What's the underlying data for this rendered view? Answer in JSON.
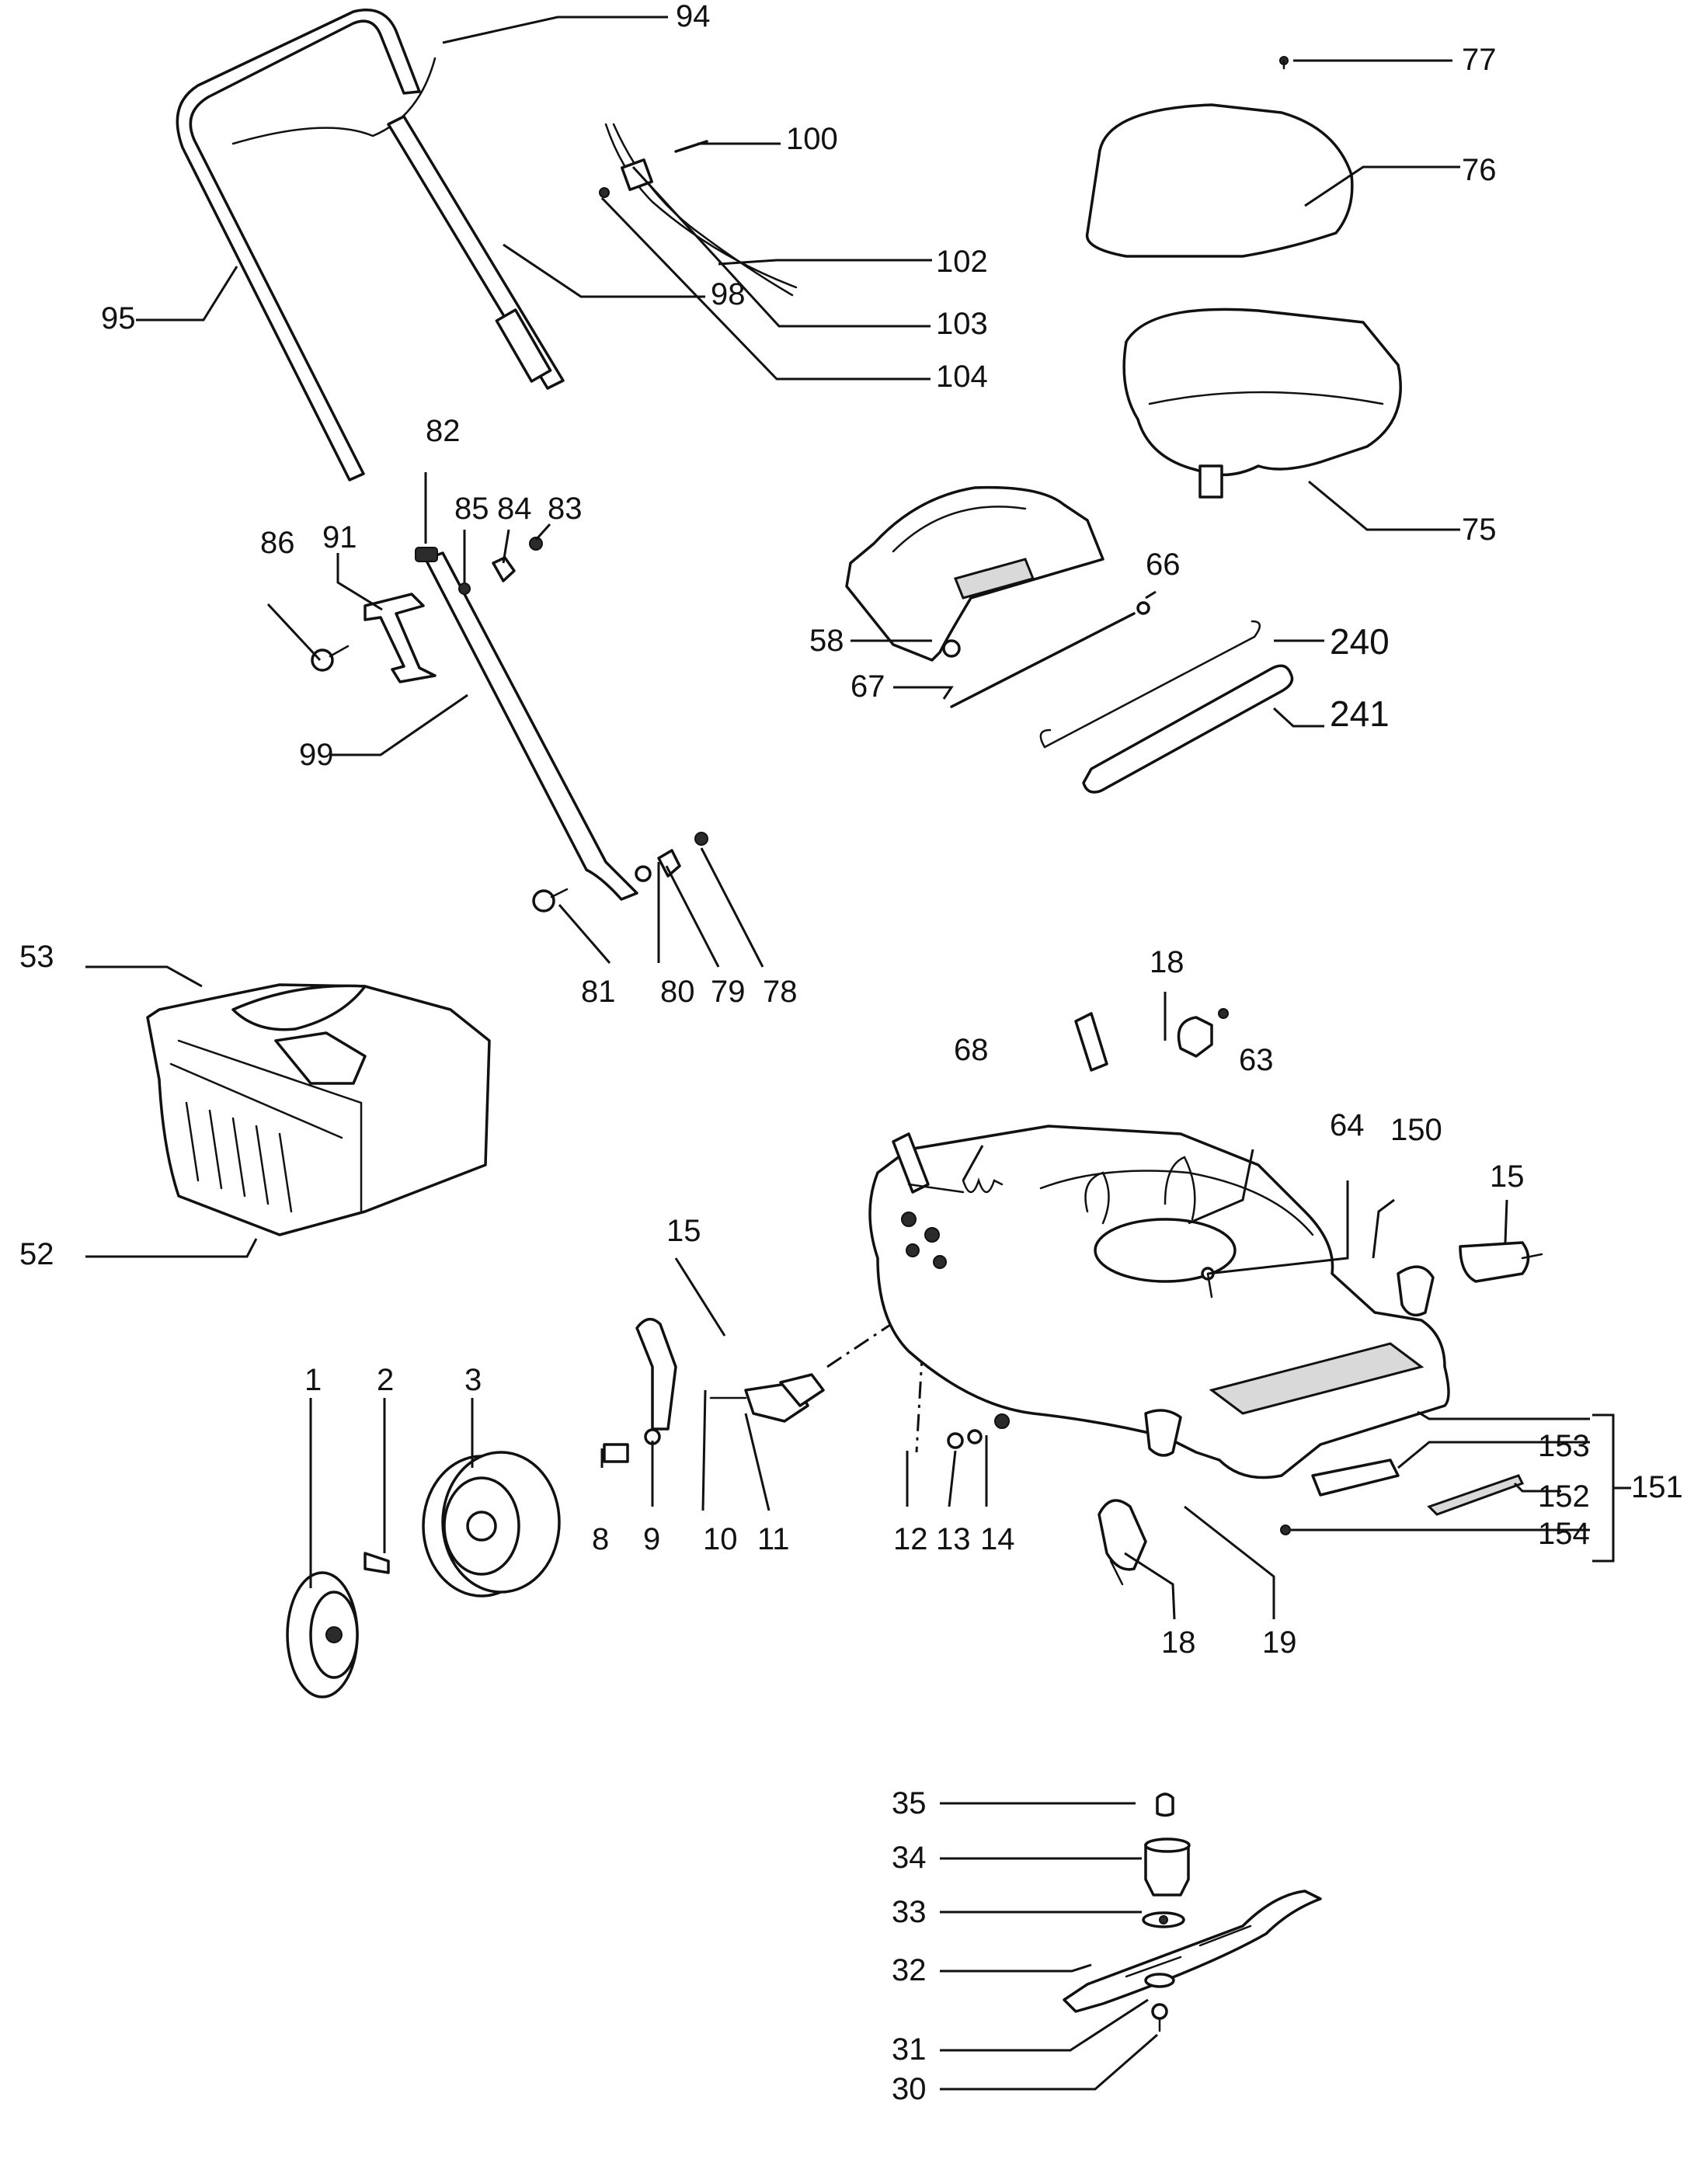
{
  "labels": {
    "l94": "94",
    "l100": "100",
    "l77": "77",
    "l76": "76",
    "l102": "102",
    "l95": "95",
    "l98": "98",
    "l103": "103",
    "l104": "104",
    "l82": "82",
    "l85": "85",
    "l84": "84",
    "l83": "83",
    "l75": "75",
    "l86": "86",
    "l91": "91",
    "l66": "66",
    "l58": "58",
    "l240": "240",
    "l67": "67",
    "l241": "241",
    "l99": "99",
    "l81": "81",
    "l80": "80",
    "l79": "79",
    "l78": "78",
    "l53": "53",
    "l18a": "18",
    "l68": "68",
    "l63": "63",
    "l64": "64",
    "l150": "150",
    "l15a": "15",
    "l15b": "15",
    "l52": "52",
    "l1": "1",
    "l2": "2",
    "l3": "3",
    "l153": "153",
    "l151": "151",
    "l152": "152",
    "l154": "154",
    "l8": "8",
    "l9": "9",
    "l10": "10",
    "l11": "11",
    "l12": "12",
    "l13": "13",
    "l14": "14",
    "l18b": "18",
    "l19": "19",
    "l35": "35",
    "l34": "34",
    "l33": "33",
    "l32": "32",
    "l31": "31",
    "l30": "30"
  },
  "colors": {
    "line": "#111111",
    "background": "#ffffff",
    "shade": "#d9d9d9",
    "dark": "#2b2b2b"
  }
}
